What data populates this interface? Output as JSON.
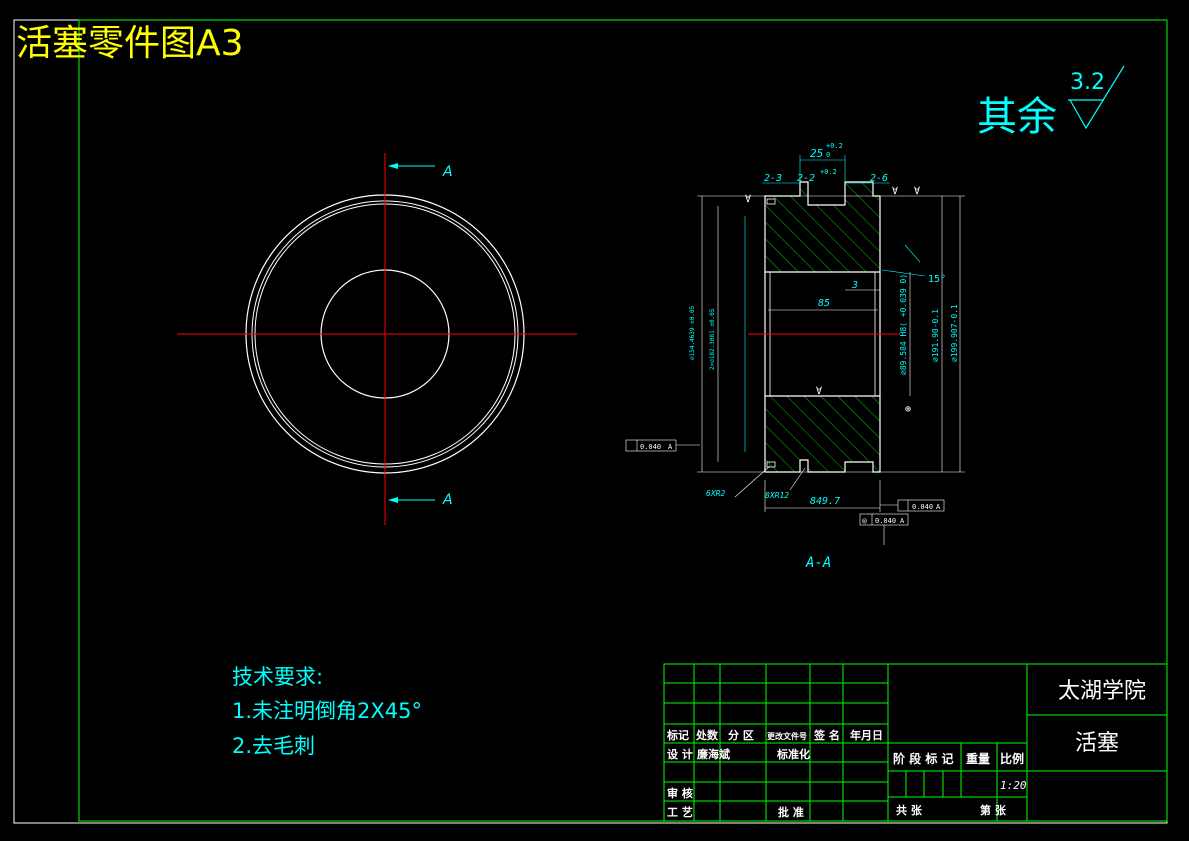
{
  "sheet": {
    "title": "活塞零件图A3",
    "roughness_note": "其余",
    "roughness_value": "3.2"
  },
  "views": {
    "section_marker": "A",
    "section_title": "A-A"
  },
  "dimensions": {
    "groove_width_top": "25",
    "groove_tol_top": "+0.2",
    "groove_tol_bottom": "0",
    "dim_2_3": "2-3",
    "dim_2_2": "2-2",
    "dim_2_2_tol": "+0.2",
    "dim_2_6": "2-6",
    "dim_3": "3",
    "dim_85": "85",
    "angle_15": "15°",
    "bore_dia": "⌀89.584 H8( +0.039 0)",
    "dia_191": "⌀191.90-0.1",
    "dia_199": "⌀199.907-0.1",
    "left_dia_1": "⌀154.4639 ±0.05",
    "left_dia_2": "2×⌀182.3081 ±0.05",
    "chamfer_1": "6XR2",
    "chamfer_2": "8XR12",
    "width_total": "849.7",
    "tol_frame_value": "0.040",
    "tol_frame_datum": "A",
    "position_value": "0.040",
    "position_datum": "A"
  },
  "tech_requirements": {
    "heading": "技术要求:",
    "item1": "1.未注明倒角2X45°",
    "item2": "2.去毛刺"
  },
  "title_block": {
    "school": "太湖学院",
    "part_name": "活塞",
    "scale": "1:20",
    "h_mark": "标记",
    "h_count": "处数",
    "h_zone": "分 区",
    "h_doc": "更改文件号",
    "h_sign": "签 名",
    "h_date": "年月日",
    "h_design": "设 计",
    "designer": "廉海斌",
    "h_standard": "标准化",
    "h_stage": "阶 段 标 记",
    "h_weight": "重量",
    "h_scale": "比例",
    "h_review": "审 核",
    "h_process": "工 艺",
    "h_approve": "批 准",
    "h_total": "共 张",
    "h_sheet": "第 张"
  },
  "colors": {
    "frame": "#00ff00",
    "outline": "#ffffff",
    "center": "#ff0000",
    "dimension": "#00ffff",
    "hatch": "#00ff00",
    "title": "#ffff00"
  }
}
